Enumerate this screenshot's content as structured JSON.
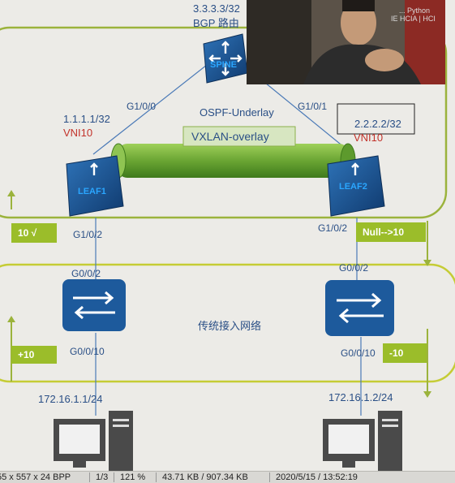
{
  "diagram": {
    "spine": {
      "ip": "3.3.3.3/32",
      "protocol": "BGP 路由",
      "label": "SPINE"
    },
    "links": {
      "underlay": "OSPF-Underlay",
      "left_if": "G1/0/0",
      "right_if": "G1/0/1"
    },
    "leaf1": {
      "ip": "1.1.1.1/32",
      "vni": "VNI10",
      "label": "LEAF1",
      "down_if": "G1/0/2"
    },
    "leaf2": {
      "ip": "2.2.2.2/32",
      "vni": "VNI10",
      "label": "LEAF2",
      "down_if": "G1/0/2"
    },
    "tunnel": {
      "label": "VXLAN-overlay"
    },
    "access_network": {
      "label": "传统接入网络"
    },
    "switch_left": {
      "up_if": "G0/0/2",
      "down_if": "G0/0/10"
    },
    "switch_right": {
      "up_if": "G0/0/2",
      "down_if": "G0/0/10"
    },
    "host_left": {
      "ip": "172.16.1.1/24"
    },
    "host_right": {
      "ip": "172.16.1.2/24"
    },
    "tags": {
      "left_top": "10 √",
      "left_bottom": "+10",
      "right_top": "Null-->10",
      "right_bottom": "-10"
    }
  },
  "webcam": {
    "overlay_text": "... Python",
    "overlay_text2": "IE HCIA | HCI"
  },
  "statusbar": {
    "dimensions": "55 x 557 x 24 BPP",
    "page": "1/3",
    "zoom": "121 %",
    "filesize": "43.71 KB / 907.34 KB",
    "datetime": "2020/5/15 / 13:52:19"
  },
  "colors": {
    "green_tag": "#9bbd2a",
    "outline": "#9bb33c",
    "device_blue": "#1d5a9c",
    "tunnel_green": "#7cb342"
  }
}
